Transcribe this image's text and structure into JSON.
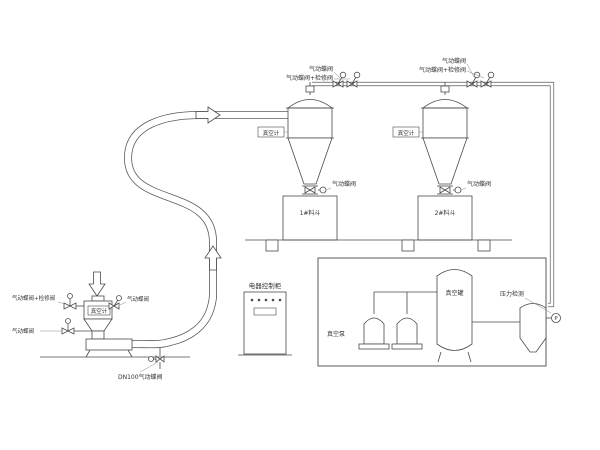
{
  "labels": {
    "butterfly_valve": "气动蝶阀",
    "butterfly_valve_maint": "气动蝶阀+检修阀",
    "vacuum_gauge": "真空计",
    "dn100_butterfly_valve": "DN100气动蝶阀",
    "control_cabinet": "电器控制柜",
    "vacuum_pump": "真空泵",
    "vacuum_tank": "真空罐",
    "pressure_detection": "压力检测",
    "pressure_tag": "P",
    "hopper_1": "1#料斗",
    "hopper_2": "2#料斗"
  },
  "colors": {
    "line": "#4a4a4a",
    "text": "#333333",
    "background": "#ffffff"
  }
}
